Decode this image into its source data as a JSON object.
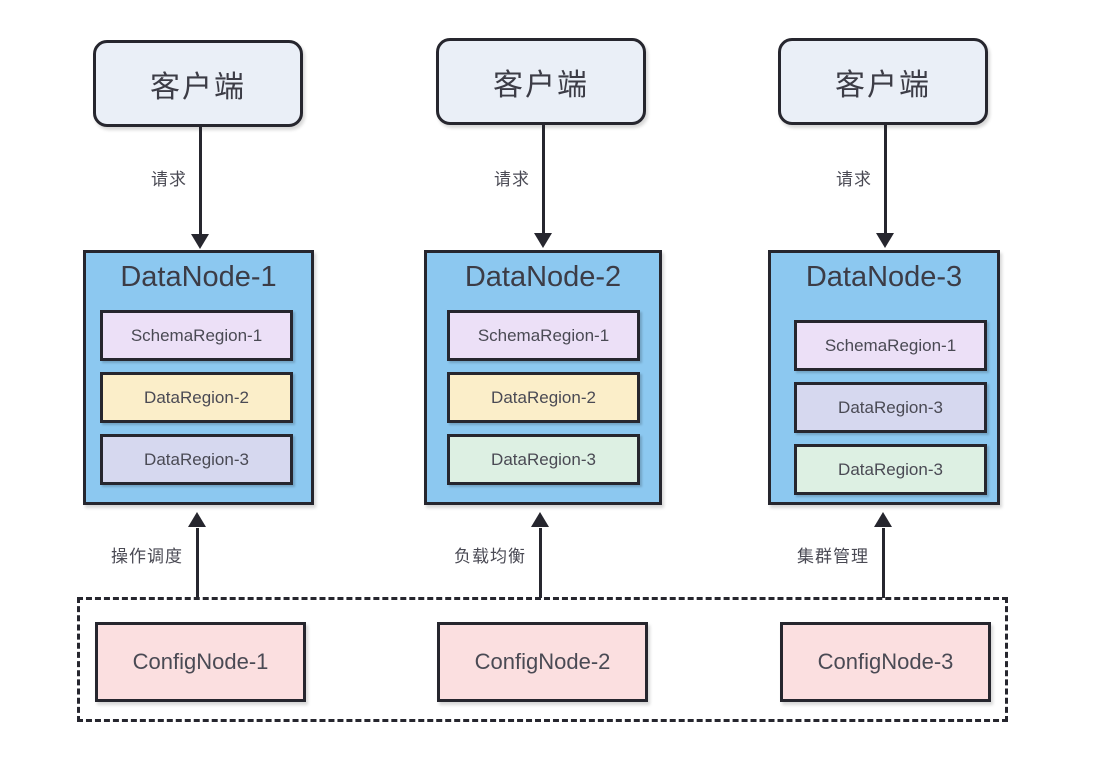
{
  "diagram": {
    "clients": [
      {
        "label": "客户端"
      },
      {
        "label": "客户端"
      },
      {
        "label": "客户端"
      }
    ],
    "request_edges": [
      {
        "label": "请求"
      },
      {
        "label": "请求"
      },
      {
        "label": "请求"
      }
    ],
    "datanodes": [
      {
        "title": "DataNode-1",
        "regions": [
          {
            "label": "SchemaRegion-1",
            "color": "#ece0f7"
          },
          {
            "label": "DataRegion-2",
            "color": "#fbeec9"
          },
          {
            "label": "DataRegion-3",
            "color": "#d6d8ef"
          }
        ]
      },
      {
        "title": "DataNode-2",
        "regions": [
          {
            "label": "SchemaRegion-1",
            "color": "#ece0f7"
          },
          {
            "label": "DataRegion-2",
            "color": "#fbeec9"
          },
          {
            "label": "DataRegion-3",
            "color": "#ddf0e3"
          }
        ]
      },
      {
        "title": "DataNode-3",
        "regions": [
          {
            "label": "SchemaRegion-1",
            "color": "#ece0f7"
          },
          {
            "label": "DataRegion-3",
            "color": "#d6d8ef"
          },
          {
            "label": "DataRegion-3",
            "color": "#ddf0e3"
          }
        ]
      }
    ],
    "control_edges": [
      {
        "label": "操作调度"
      },
      {
        "label": "负载均衡"
      },
      {
        "label": "集群管理"
      }
    ],
    "confignodes": [
      {
        "label": "ConfigNode-1"
      },
      {
        "label": "ConfigNode-2"
      },
      {
        "label": "ConfigNode-3"
      }
    ],
    "colors": {
      "client_fill": "#eaeff7",
      "datanode_fill": "#8cc8f0",
      "confignode_fill": "#fbdfe0",
      "stroke": "#26262e",
      "schema_region_fill": "#ece0f7",
      "data_region_yellow": "#fbeec9",
      "data_region_lavender": "#d6d8ef",
      "data_region_green": "#ddf0e3"
    }
  }
}
